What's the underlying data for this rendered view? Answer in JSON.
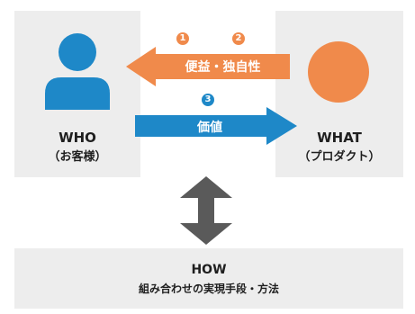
{
  "who": {
    "title": "WHO",
    "subtitle": "（お客様）"
  },
  "what": {
    "title": "WHAT",
    "subtitle": "（プロダクト）"
  },
  "how": {
    "title": "HOW",
    "subtitle": "組み合わせの実現手段・方法"
  },
  "arrows": {
    "top": {
      "label": "便益・独自性",
      "numbers": [
        "1",
        "2"
      ],
      "color": "#f08a4b"
    },
    "bottom": {
      "label": "価値",
      "number": "3",
      "color": "#1e88c8"
    },
    "vertical": {
      "color": "#5a5a5a"
    }
  },
  "colors": {
    "who_icon": "#1e88c8",
    "what_icon": "#f08a4b",
    "box": "#ededed"
  }
}
